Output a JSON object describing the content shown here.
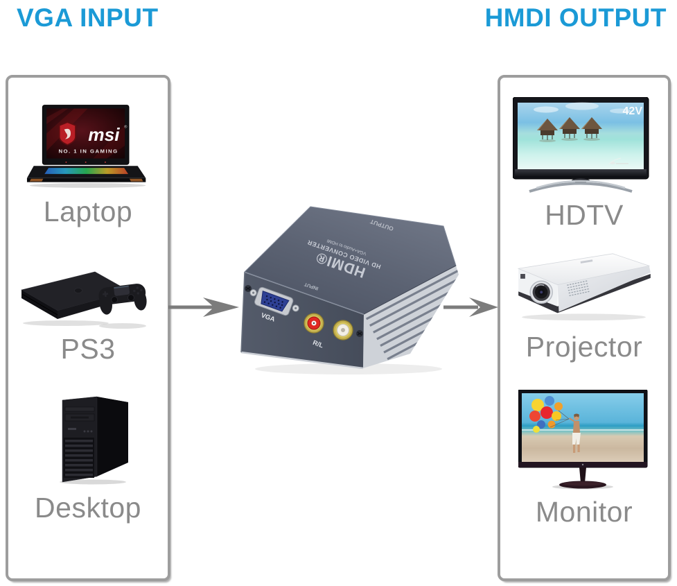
{
  "titles": {
    "input": "VGA INPUT",
    "output": "HMDI OUTPUT"
  },
  "colors": {
    "title_blue": "#1b9ad6",
    "label_gray": "#8a8a8a",
    "box_border_gray": "#9d9d9d",
    "arrow_gray": "#7c7c7c",
    "converter_body_slate": "#59606f",
    "vga_port_blue": "#2e4094",
    "rca_red": "#e02822",
    "rca_white": "#f3f0e7"
  },
  "input_panel": {
    "items": [
      {
        "label": "Laptop"
      },
      {
        "label": "PS3"
      },
      {
        "label": "Desktop"
      }
    ]
  },
  "output_panel": {
    "items": [
      {
        "label": "HDTV"
      },
      {
        "label": "Projector"
      },
      {
        "label": "Monitor"
      }
    ]
  },
  "converter": {
    "brand": "HDMI®",
    "product": "HD VIDEO CONVERTER",
    "subtitle": "VGA+Audio to HDMI",
    "output_label": "OUTPUT",
    "input_label": "INPUT",
    "vga_label": "VGA",
    "rl_label": "R/L"
  },
  "laptop_screen": {
    "brand": "msi",
    "registered": "®",
    "tagline": "NO. 1 IN GAMING"
  },
  "hdtv_screen": {
    "size_badge": "42V"
  }
}
